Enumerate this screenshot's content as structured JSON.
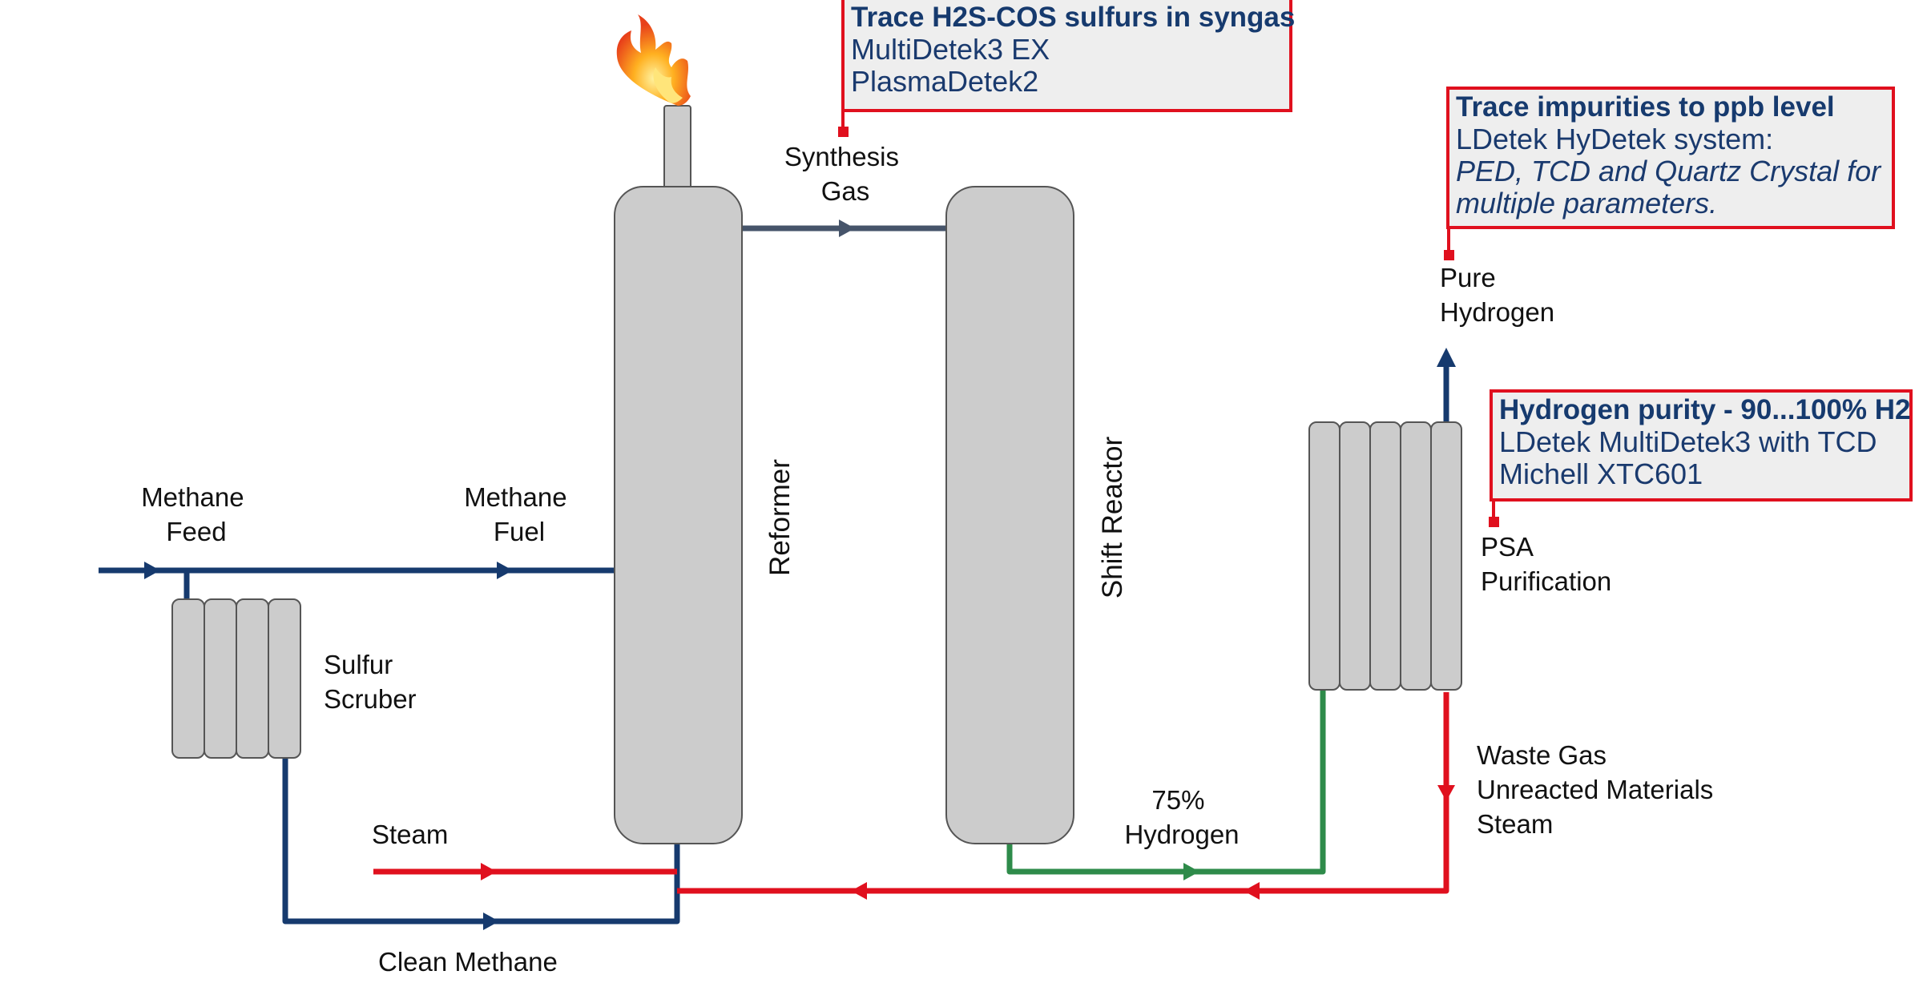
{
  "labels": {
    "methane_feed": [
      "Methane",
      "Feed"
    ],
    "methane_fuel": [
      "Methane",
      "Fuel"
    ],
    "sulfur_scrubber": [
      "Sulfur",
      "Scruber"
    ],
    "steam": "Steam",
    "clean_methane": "Clean Methane",
    "reformer": "Reformer",
    "synthesis_gas": [
      "Synthesis",
      "Gas"
    ],
    "shift_reactor": "Shift Reactor",
    "hydrogen_75": [
      "75%",
      "Hydrogen"
    ],
    "pure_hydrogen": [
      "Pure",
      "Hydrogen"
    ],
    "psa": [
      "PSA",
      "Purification"
    ],
    "waste_gas": [
      "Waste Gas",
      "Unreacted Materials",
      "Steam"
    ]
  },
  "callouts": {
    "syngas": {
      "title": "Trace H2S-COS sulfurs in syngas",
      "lines": [
        "MultiDetek3 EX",
        "PlasmaDetek2"
      ]
    },
    "impurities": {
      "title": "Trace impurities to ppb level",
      "line1": "LDetek HyDetek system:",
      "line2": "PED, TCD and Quartz Crystal for",
      "line3": "multiple parameters."
    },
    "purity": {
      "title": "Hydrogen purity - 90...100% H2",
      "lines": [
        "LDetek MultiDetek3 with TCD",
        "Michell XTC601"
      ]
    }
  },
  "colors": {
    "methane_line": "#163a6e",
    "syngas_line": "#46546a",
    "steam_line": "#e0101e",
    "hydrogen_line": "#2e8b4a",
    "vessel_fill": "#cccccc",
    "vessel_stroke": "#555555",
    "callout_border": "#e0101e",
    "callout_text": "#1a3a6e"
  },
  "icons": [
    "flame-icon"
  ]
}
